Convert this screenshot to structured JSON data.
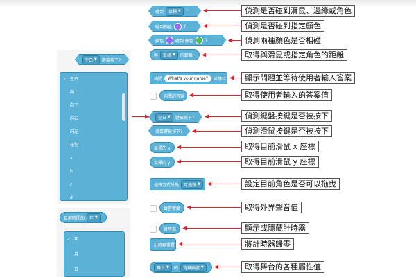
{
  "blocks": {
    "touching": {
      "label1": "碰到",
      "dropdown": "鼠標",
      "q": "?"
    },
    "touching_color": {
      "label": "碰到顏色",
      "q": "?"
    },
    "color_touching": {
      "label1": "顏色",
      "label2": "碰到 顏色",
      "q": "?"
    },
    "distance": {
      "label1": "與",
      "dropdown": "鼠標",
      "label2": "的距離"
    },
    "ask": {
      "label": "詢問",
      "input": "What's your name?",
      "label2": "並等待"
    },
    "answer": {
      "label": "詢問的答案"
    },
    "key_pressed": {
      "dropdown": "空白",
      "label": "鍵被按下?"
    },
    "mouse_down": {
      "label": "滑鼠鍵被按下?"
    },
    "mouse_x": {
      "label": "鼠標的 x"
    },
    "mouse_y": {
      "label": "鼠標的 y"
    },
    "drag_mode": {
      "label": "拖曳方式設為",
      "dropdown": "可拖曳"
    },
    "loudness": {
      "label": "聲音響度"
    },
    "timer": {
      "label": "計時器"
    },
    "reset_timer": {
      "label": "計時器重置"
    },
    "of": {
      "dropdown1": "舞台",
      "label": "的",
      "dropdown2": "背景編號"
    },
    "left_key": {
      "dropdown": "空白",
      "label": "鍵被按下?"
    },
    "left_date": {
      "label": "目前時間的",
      "dropdown": "年"
    }
  },
  "descriptions": [
    "偵測是否碰到滑鼠、邊緣或角色",
    "偵測是否碰到指定顏色",
    "偵測兩種顏色是否相碰",
    "取得與滑鼠或指定角色的距離",
    "顯示問題並等待使用者輸入答案",
    "取得使用者輸入的答案值",
    "偵測鍵盤按鍵是否被按下",
    "偵測滑鼠按鍵是否被按下",
    "取得目前滑鼠 x 座標",
    "取得目前滑鼠 y 座標",
    "設定目前角色是否可以拖曳",
    "取得外界聲音值",
    "顯示或隱藏計時器",
    "將計時器歸零",
    "取得舞台的各種屬性值"
  ],
  "key_menu": {
    "checkmark": "✓",
    "items": [
      "空白",
      "向上",
      "向下",
      "向右",
      "向左",
      "任何",
      "a",
      "b",
      "c",
      "d"
    ]
  },
  "date_menu": {
    "checkmark": "✓",
    "items": [
      "年",
      "月",
      "日",
      ""
    ]
  },
  "colors": {
    "block": "#5cb1d6",
    "block_border": "#2e8eb8",
    "arrow": "#d9232d",
    "swatch_purple": "#9966ff",
    "swatch_green": "#4cbf56"
  }
}
